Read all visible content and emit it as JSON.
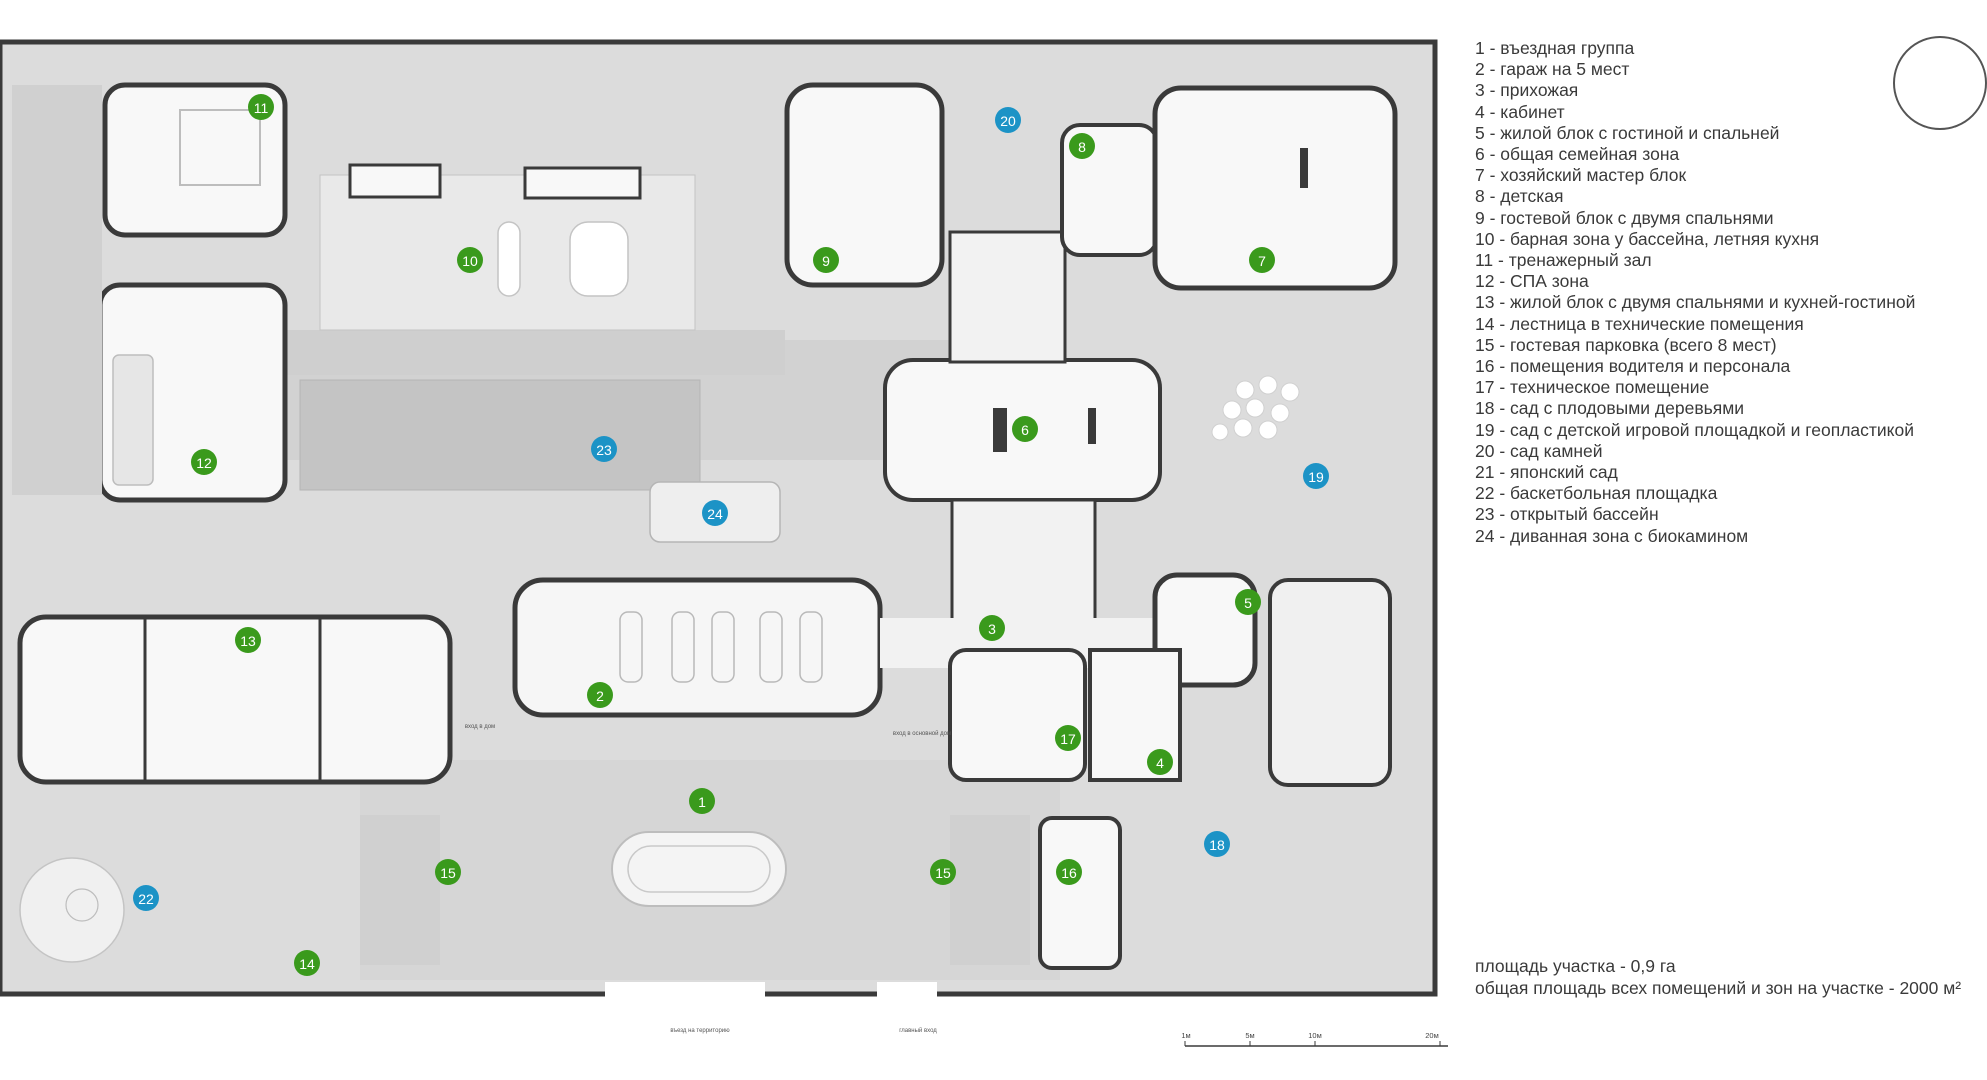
{
  "colors": {
    "green_marker": "#3a9a1c",
    "blue_marker": "#1c93c6",
    "wall": "#3a3a3a",
    "site": "#dcdcdc",
    "room": "#ffffff",
    "paving": "#c9c9c9"
  },
  "legend": [
    {
      "text": "1  - въездная группа"
    },
    {
      "text": "2  - гараж на 5 мест"
    },
    {
      "text": "3  - прихожая"
    },
    {
      "text": "4  - кабинет"
    },
    {
      "text": "5  - жилой блок с гостиной и спальней"
    },
    {
      "text": "6   - общая семейная зона"
    },
    {
      "text": "7   - хозяйский мастер блок"
    },
    {
      "text": "8  - детская"
    },
    {
      "text": "9  - гостевой блок с двумя спальнями"
    },
    {
      "text": "10 - барная зона у бассейна, летняя кухня"
    },
    {
      "text": "11  - тренажерный зал"
    },
    {
      "text": "12 - СПА зона"
    },
    {
      "text": "13 - жилой блок с двумя спальнями и кухней-гостиной"
    },
    {
      "text": "14 - лестница в технические помещения"
    },
    {
      "text": "15 - гостевая парковка (всего 8 мест)"
    },
    {
      "text": "16 - помещения водителя и персонала"
    },
    {
      "text": "17 - техническое помещение"
    },
    {
      "text": "18 -  сад с плодовыми деревьями"
    },
    {
      "text": "19 -  сад с детской игровой площадкой и геопластикой"
    },
    {
      "text": "20 - сад камней"
    },
    {
      "text": "21 - японский сад"
    },
    {
      "text": "22 - баскетбольная площадка"
    },
    {
      "text": "23 - открытый бассейн"
    },
    {
      "text": "24 - диванная зона с биокамином"
    }
  ],
  "area": {
    "site_area": "площадь участка - 0,9 га",
    "total_area": "общая площадь всех помещений и зон на участке - 2000 м²"
  },
  "markers": [
    {
      "label": "1",
      "color": "green"
    },
    {
      "label": "2",
      "color": "green"
    },
    {
      "label": "3",
      "color": "green"
    },
    {
      "label": "4",
      "color": "green"
    },
    {
      "label": "5",
      "color": "green"
    },
    {
      "label": "6",
      "color": "green"
    },
    {
      "label": "7",
      "color": "green"
    },
    {
      "label": "8",
      "color": "green"
    },
    {
      "label": "9",
      "color": "green"
    },
    {
      "label": "10",
      "color": "green"
    },
    {
      "label": "11",
      "color": "green"
    },
    {
      "label": "12",
      "color": "green"
    },
    {
      "label": "13",
      "color": "green"
    },
    {
      "label": "14",
      "color": "green"
    },
    {
      "label": "15",
      "color": "green"
    },
    {
      "label": "15",
      "color": "green"
    },
    {
      "label": "16",
      "color": "green"
    },
    {
      "label": "17",
      "color": "green"
    },
    {
      "label": "18",
      "color": "blue"
    },
    {
      "label": "19",
      "color": "blue"
    },
    {
      "label": "20",
      "color": "blue"
    },
    {
      "label": "22",
      "color": "blue"
    },
    {
      "label": "23",
      "color": "blue"
    },
    {
      "label": "24",
      "color": "blue"
    }
  ],
  "plan_notes": {
    "entrance_territory": "въезд на территорию",
    "entrance_house": "вход в основной дом",
    "entrance_main": "главный вход",
    "entrance_home_small": "вход в дом"
  },
  "scale": {
    "ticks": [
      "1м",
      "5м",
      "10м",
      "20м"
    ]
  }
}
